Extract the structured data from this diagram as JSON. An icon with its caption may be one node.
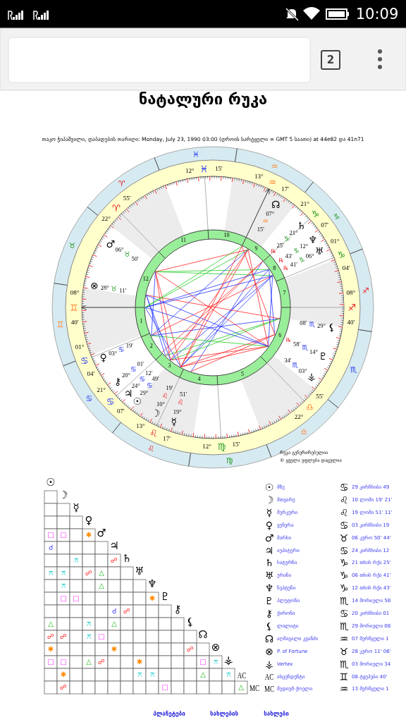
{
  "diagram": {
    "title": "ნატალური რუკა",
    "labels": [
      "10:09",
      "2",
      "თაკო ჭიპაშვილი, დაბადების თარიღი: Monday, July 23, 1990 03:00 (დროის სარტყელი = GMT 5 საათი) at 44e82 და 41n71",
      "08°",
      "♊",
      "40'",
      "01°",
      "♋",
      "04'",
      "21°",
      "♋",
      "07'",
      "13°",
      "♌",
      "17'",
      "12°",
      "♍",
      "15'",
      "22°",
      "♎",
      "55'",
      "08°",
      "♐",
      "40'",
      "01°",
      "♑",
      "04'",
      "21°",
      "♑",
      "07'",
      "13°",
      "♒",
      "17'",
      "12°",
      "♓",
      "15'",
      "22°",
      "♈",
      "55'",
      "♈",
      "♉",
      "♊",
      "♋",
      "♌",
      "♍",
      "♎",
      "♏",
      "♐",
      "♑",
      "♒",
      "♓",
      "1",
      "2",
      "3",
      "4",
      "5",
      "6",
      "7",
      "8",
      "9",
      "10",
      "11",
      "12",
      "☉",
      "29°",
      "♋",
      "49'",
      "☽",
      "10°",
      "♌",
      "19'",
      "☿",
      "19°",
      "♌",
      "51'",
      "♀",
      "03°",
      "♋",
      "19'",
      "♂",
      "06°",
      "♉",
      "50'",
      "♃",
      "24°",
      "♋",
      "12'",
      "♄",
      "21°",
      "♑",
      "25'",
      "℞",
      "℞",
      "41'",
      "♑",
      "06°",
      "♅",
      "℞",
      "43'",
      "♑",
      "12°",
      "♆",
      "℞",
      "58'",
      "♏",
      "14°",
      "♇",
      "⚷",
      "20°",
      "♋",
      "01'",
      "08'",
      "♏",
      "29°",
      "⚸",
      "☊",
      "07°",
      "♒",
      "15'",
      "⊗",
      "28°",
      "♉",
      "11'",
      "34'",
      "♏",
      "03°",
      "⚶",
      "რუკა გენერირებულია",
      "© ყველა უფლება დაცულია",
      "☉",
      "☽",
      "☿",
      "♀",
      "□",
      "□",
      "✱",
      "♂",
      "☌",
      "♃",
      "⚻",
      "☍",
      "♄",
      "⚻",
      "⚻",
      "☍",
      "△",
      "♅",
      "⚻",
      "△",
      "♆",
      "□",
      "□",
      "✱",
      "♇",
      "☌",
      "☍",
      "⚷",
      "△",
      "⚻",
      "△",
      "⚸",
      "☍",
      "☍",
      "⚻",
      "□",
      "☊",
      "✱",
      "✱",
      "☍",
      "⊗",
      "□",
      "□",
      "△",
      "☍",
      "✱",
      "□",
      "⚻",
      "⚶",
      "✱",
      "⚻",
      "⚻",
      "△",
      "⚻",
      "AC",
      "☍",
      "□",
      "△",
      "MC",
      "☉",
      "მზე",
      "♋",
      "29 კირჩხიბი 49",
      "☽",
      "მთვარე",
      "♌",
      "10 ლომი 19' 21'",
      "☿",
      "მერკური",
      "♌",
      "19 ლომი 51' 11'",
      "♀",
      "ვენერა",
      "♋",
      "03 კირჩხიბი 19",
      "♂",
      "მარსი",
      "♉",
      "06 კურო 50' 44'",
      "♃",
      "იუპიტერი",
      "♋",
      "24 კირჩხიბი 12",
      "♄",
      "სატურნი",
      "♑",
      "21 თხის რქა 25'",
      "♅",
      "ურანი",
      "♑",
      "06 თხის რქა 41'",
      "♆",
      "ნეპტუნი",
      "♑",
      "12 თხის რქა 43'",
      "♇",
      "პლუტონი",
      "♏",
      "14 მორიელი 58",
      "⚷",
      "ქირონი",
      "♋",
      "20 კირჩხიბი 01",
      "⚸",
      "ლილიტი",
      "♏",
      "29 მორიელი 08",
      "☊",
      "აღმავალი კვანძი",
      "♒",
      "07 მერწყული 1",
      "⊗",
      "P. of Fortune",
      "♉",
      "28 კურო 11' 06'",
      "⚶",
      "Vertex",
      "♏",
      "03 მორიელი 34",
      "AC",
      "ასცენდენტი",
      "♊",
      "08 ტყუპები 40'",
      "MC",
      "მედიუმ-ქოელი",
      "♒",
      "13 მერწყული 1",
      "პლანეტები",
      "სახლების",
      "სახლები"
    ]
  }
}
